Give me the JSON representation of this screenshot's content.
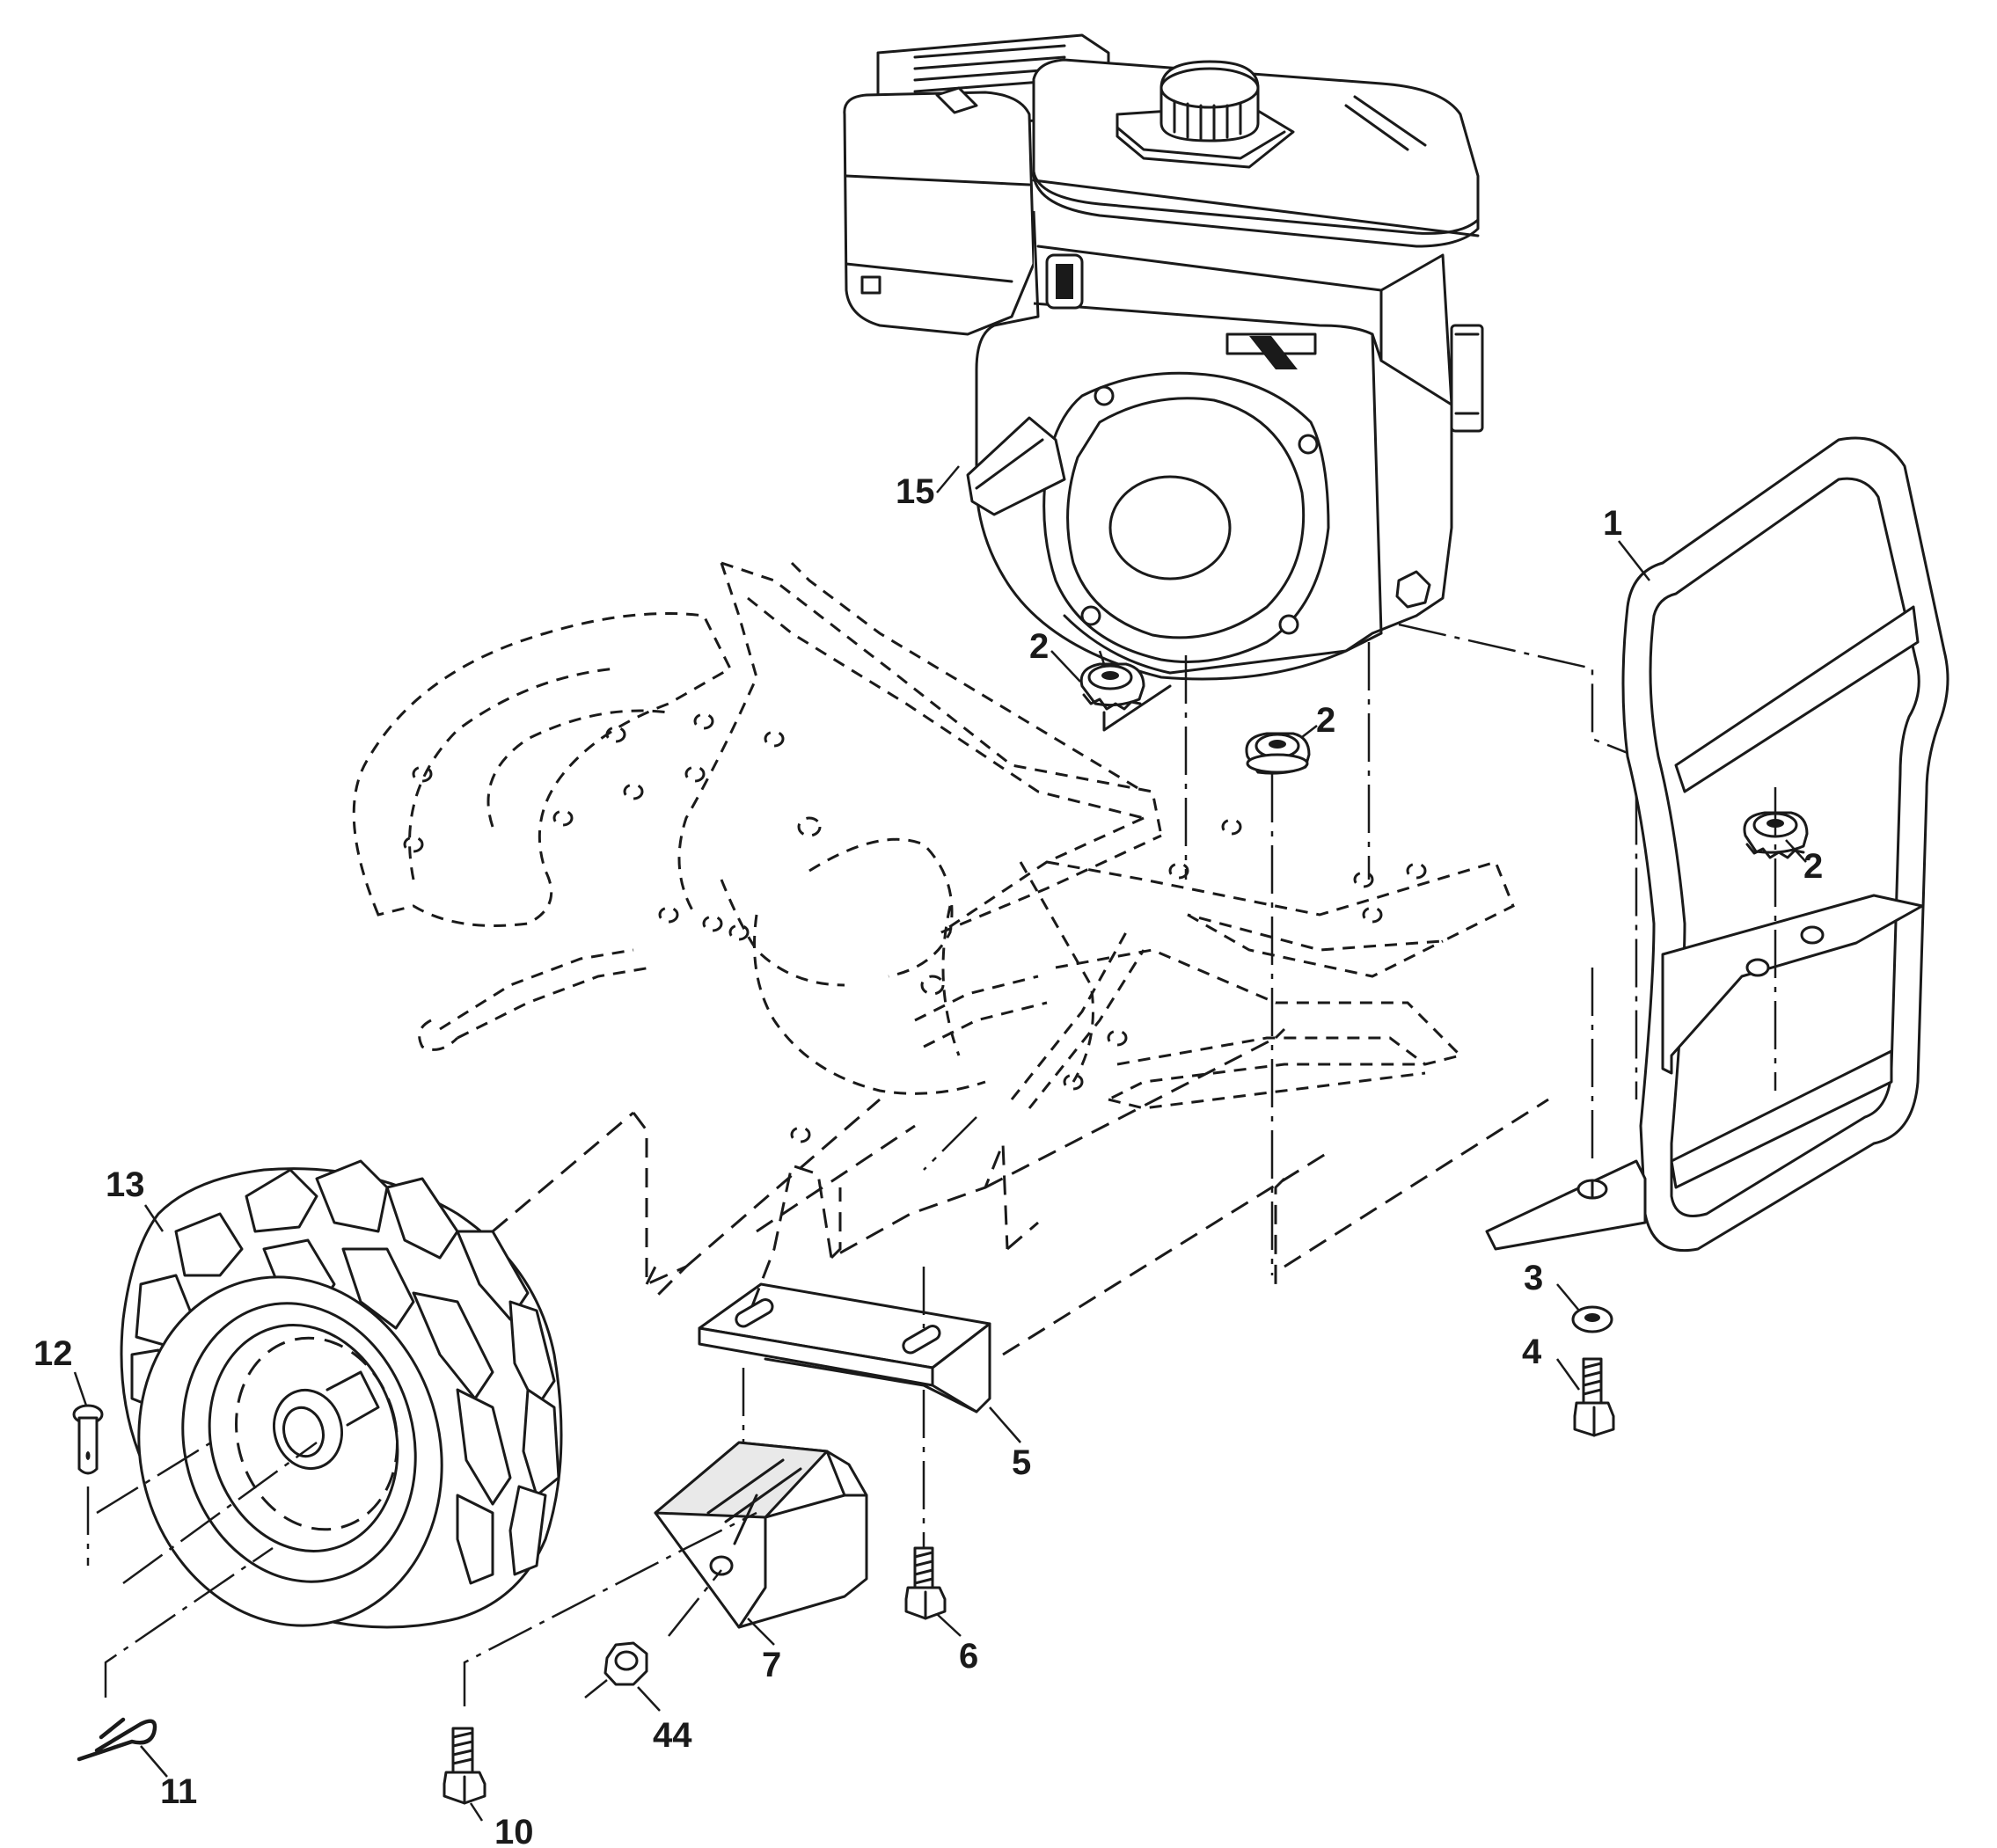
{
  "callouts": {
    "c1": "1",
    "c2a": "2",
    "c2b": "2",
    "c2c": "2",
    "c3": "3",
    "c4": "4",
    "c5": "5",
    "c6": "6",
    "c7": "7",
    "c10": "10",
    "c11": "11",
    "c12": "12",
    "c13": "13",
    "c15": "15",
    "c44": "44"
  }
}
